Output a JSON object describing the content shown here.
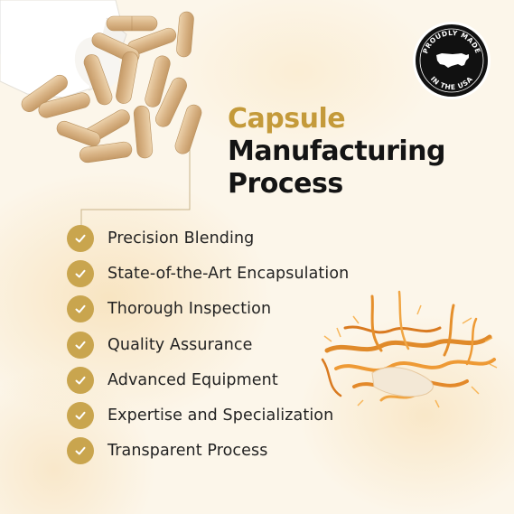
{
  "title": {
    "line1": "Capsule",
    "line2": "Manufacturing",
    "line3": "Process"
  },
  "badge": {
    "top_text": "PROUDLY MADE",
    "bottom_text": "IN THE USA"
  },
  "items": [
    {
      "label": "Precision Blending"
    },
    {
      "label": "State-of-the-Art Encapsulation"
    },
    {
      "label": "Thorough Inspection"
    },
    {
      "label": "Quality Assurance"
    },
    {
      "label": "Advanced Equipment"
    },
    {
      "label": "Expertise and Specialization"
    },
    {
      "label": "Transparent Process"
    }
  ],
  "colors": {
    "accent_gold": "#c49a3a",
    "check_gold": "#c9a54e",
    "text_dark": "#141414",
    "background": "#fcf6ea"
  },
  "icons": [
    "check-icon",
    "usa-map-icon",
    "capsule-bottle-image",
    "cordyceps-herb-image"
  ]
}
